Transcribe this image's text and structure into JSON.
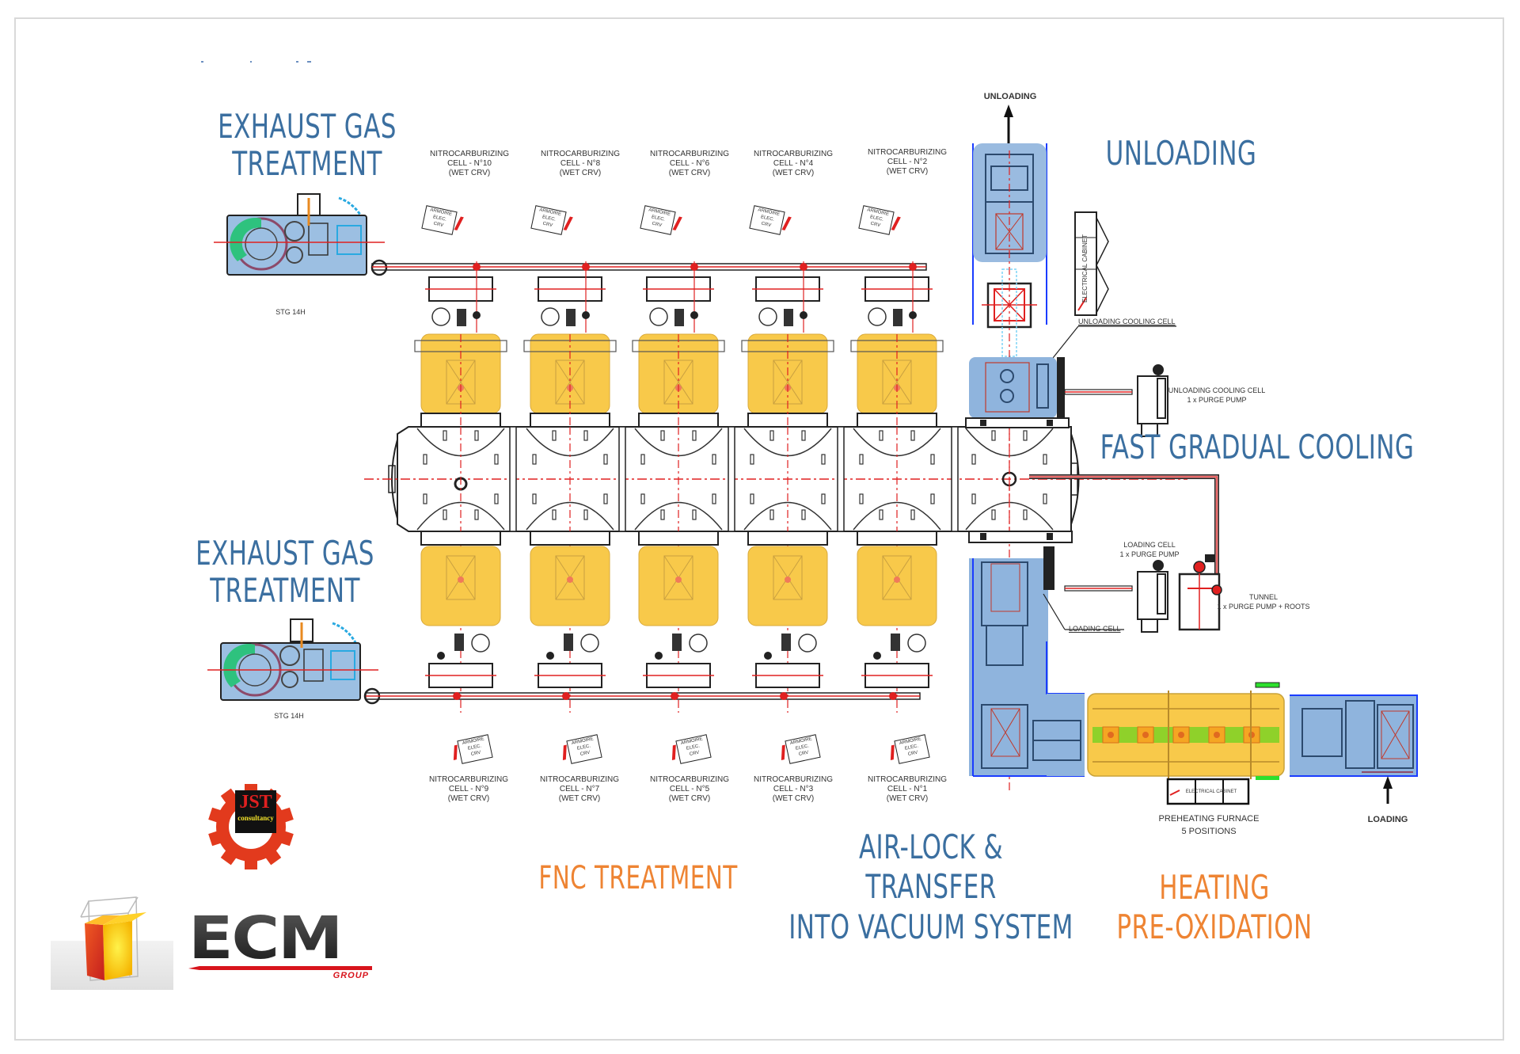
{
  "colors": {
    "heading_blue": "#3b6fa0",
    "heading_orange": "#ee8433",
    "cell_yellow": "#f8c94a",
    "zone_blue": "#8fb4dd",
    "pipe_red": "#e02020",
    "frame_gray": "#d9d9d9"
  },
  "headings": {
    "exhaust_top": [
      "EXHAUST GAS",
      "TREATMENT"
    ],
    "exhaust_bottom": [
      "EXHAUST GAS",
      "TREATMENT"
    ],
    "unloading": "UNLOADING",
    "fast_gradual_cooling": "FAST GRADUAL COOLING",
    "fnc_treatment": "FNC TREATMENT",
    "airlock": [
      "AIR-LOCK &",
      "TRANSFER",
      "INTO VACUUM SYSTEM"
    ],
    "heating": [
      "HEATING",
      "PRE-OXIDATION"
    ]
  },
  "exhaust_units": {
    "top_label": "STG 14H",
    "bottom_label": "STG 14H"
  },
  "top_cells": [
    {
      "title": "NITROCARBURIZING",
      "cell": "CELL - N°10",
      "type": "(WET CRV)"
    },
    {
      "title": "NITROCARBURIZING",
      "cell": "CELL - N°8",
      "type": "(WET CRV)"
    },
    {
      "title": "NITROCARBURIZING",
      "cell": "CELL - N°6",
      "type": "(WET CRV)"
    },
    {
      "title": "NITROCARBURIZING",
      "cell": "CELL - N°4",
      "type": "(WET CRV)"
    },
    {
      "title": "NITROCARBURIZING",
      "cell": "CELL - N°2",
      "type": "(WET CRV)"
    }
  ],
  "bottom_cells": [
    {
      "title": "NITROCARBURIZING",
      "cell": "CELL - N°9",
      "type": "(WET CRV)"
    },
    {
      "title": "NITROCARBURIZING",
      "cell": "CELL - N°7",
      "type": "(WET CRV)"
    },
    {
      "title": "NITROCARBURIZING",
      "cell": "CELL - N°5",
      "type": "(WET CRV)"
    },
    {
      "title": "NITROCARBURIZING",
      "cell": "CELL - N°3",
      "type": "(WET CRV)"
    },
    {
      "title": "NITROCARBURIZING",
      "cell": "CELL - N°1",
      "type": "(WET CRV)"
    }
  ],
  "armoire": [
    "ARMOIRE",
    "ELEC.",
    "CRV"
  ],
  "labels": {
    "unloading_arrow": "UNLOADING",
    "loading_arrow": "LOADING",
    "electrical_cabinet_vertical": "ELECTRICAL CABINET",
    "electrical_cabinet_furnace": "ELECTRICAL CABINET",
    "unloading_cooling_cell": "UNLOADING COOLING CELL",
    "unloading_cooling_pump": [
      "UNLOADING COOLING CELL",
      "1 x PURGE PUMP"
    ],
    "loading_cell_pump": [
      "LOADING CELL",
      "1 x PURGE PUMP"
    ],
    "tunnel_pump": [
      "TUNNEL",
      "1 x PURGE PUMP + ROOTS"
    ],
    "loading_cell": "LOADING CELL",
    "preheating_furnace": [
      "PREHEATING FURNACE",
      "5 POSITIONS"
    ]
  },
  "logos": {
    "jst": {
      "main": "JST",
      "sub": "consultancy"
    },
    "ecm": {
      "main": "ECM",
      "sub": "GROUP"
    }
  }
}
